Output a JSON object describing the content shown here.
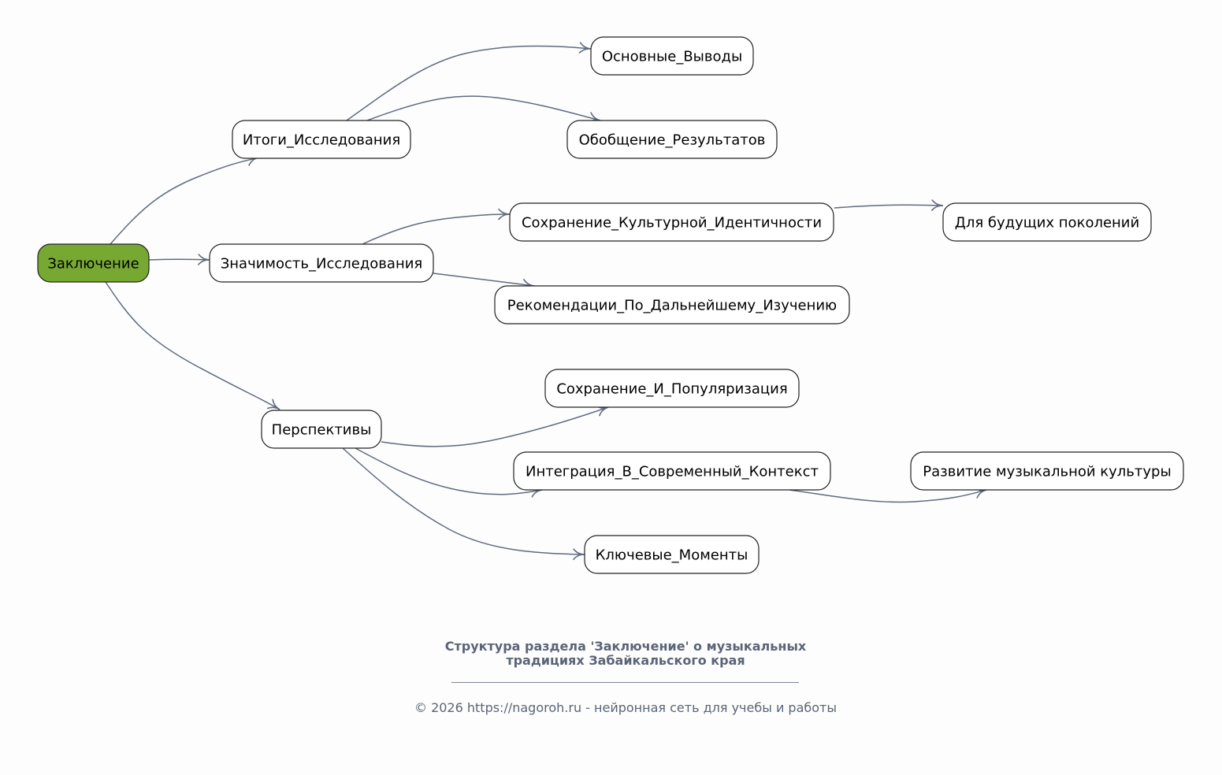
{
  "diagram": {
    "nodes": [
      {
        "id": "zakl",
        "label": "Заключение",
        "root": true
      },
      {
        "id": "itogi",
        "label": "Итоги_Исследования"
      },
      {
        "id": "znach",
        "label": "Значимость_Исследования"
      },
      {
        "id": "persp",
        "label": "Перспективы"
      },
      {
        "id": "osn",
        "label": "Основные_Выводы"
      },
      {
        "id": "obob",
        "label": "Обобщение_Результатов"
      },
      {
        "id": "sohrKI",
        "label": "Сохранение_Культурной_Идентичности"
      },
      {
        "id": "rekom",
        "label": "Рекомендации_По_Дальнейшему_Изучению"
      },
      {
        "id": "sohrIP",
        "label": "Сохранение_И_Популяризация"
      },
      {
        "id": "integ",
        "label": "Интеграция_В_Современный_Контекст"
      },
      {
        "id": "klyuch",
        "label": "Ключевые_Моменты"
      },
      {
        "id": "dlyaBud",
        "label": "Для будущих поколений"
      },
      {
        "id": "razv",
        "label": "Развитие музыкальной культуры"
      }
    ],
    "edges": [
      {
        "from": "zakl",
        "to": "itogi"
      },
      {
        "from": "zakl",
        "to": "znach"
      },
      {
        "from": "zakl",
        "to": "persp"
      },
      {
        "from": "itogi",
        "to": "osn"
      },
      {
        "from": "itogi",
        "to": "obob"
      },
      {
        "from": "znach",
        "to": "sohrKI"
      },
      {
        "from": "znach",
        "to": "rekom"
      },
      {
        "from": "persp",
        "to": "sohrIP"
      },
      {
        "from": "persp",
        "to": "integ"
      },
      {
        "from": "persp",
        "to": "klyuch"
      },
      {
        "from": "sohrKI",
        "to": "dlyaBud"
      },
      {
        "from": "integ",
        "to": "razv"
      }
    ],
    "colors": {
      "root_fill": "#77a832",
      "node_fill": "#ffffff",
      "edge": "#5f6b7e",
      "caption": "#5a6577"
    }
  },
  "caption": {
    "title_line1": "Структура раздела 'Заключение' о музыкальных",
    "title_line2": "традициях Забайкальского края",
    "footer": "© 2026 https://nagoroh.ru - нейронная сеть для учебы и работы"
  }
}
